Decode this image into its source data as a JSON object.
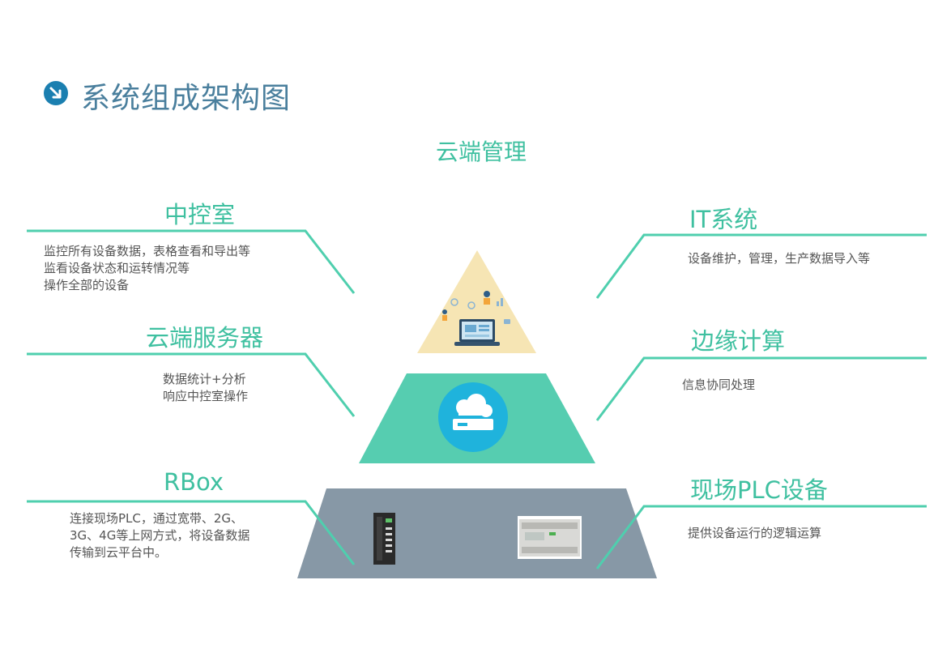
{
  "title": "系统组成架构图",
  "top_label": "云端管理",
  "layers": {
    "control_room": {
      "label": "中控室",
      "lines": [
        "监控所有设备数据，表格查看和导出等",
        "监看设备状态和运转情况等",
        "操作全部的设备"
      ]
    },
    "cloud_server": {
      "label": "云端服务器",
      "lines": [
        "数据统计+分析",
        "响应中控室操作"
      ]
    },
    "rbox": {
      "label": "RBox",
      "lines": [
        "连接现场PLC，通过宽带、2G、",
        "3G、4G等上网方式，将设备数据",
        "传输到云平台中。"
      ]
    },
    "it_system": {
      "label": "IT系统",
      "lines": [
        "设备维护，管理，生产数据导入等"
      ]
    },
    "edge_computing": {
      "label": "边缘计算",
      "lines": [
        "信息协同处理"
      ]
    },
    "field_plc": {
      "label": "现场PLC设备",
      "lines": [
        "提供设备运行的逻辑运算"
      ]
    }
  },
  "colors": {
    "accent": "#4fcfae",
    "title": "#4a7f9d",
    "top_tier": "#f6e5b4",
    "middle_tier": "#56cdb0",
    "bottom_tier": "#8798a6",
    "cloud_circle": "#1fb3dc"
  },
  "icons": {
    "title_icon": "arrow-down-right-circle-icon",
    "top_tier_image": "dashboard-people-icon",
    "middle_tier_image": "cloud-server-icon",
    "bottom_left_image": "rbox-device-icon",
    "bottom_right_image": "plc-device-icon"
  }
}
